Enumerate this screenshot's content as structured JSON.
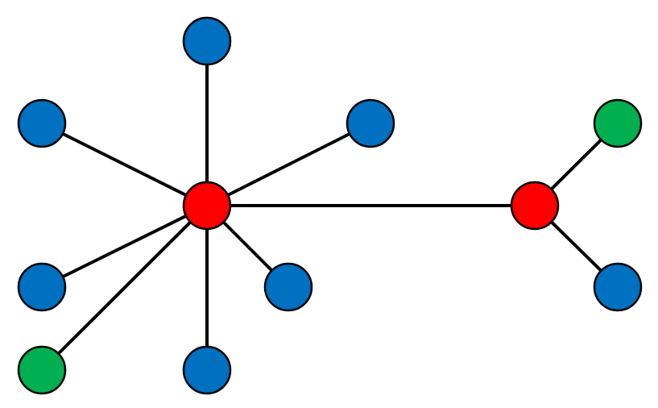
{
  "colors": {
    "hub": "#ff0000",
    "leaf_blue": "#0070c0",
    "leaf_green": "#00b050",
    "edge": "#000000",
    "background": "#ffffff"
  },
  "diagram": {
    "type": "network-graph",
    "nodes": [
      {
        "id": "hub-left",
        "role": "hub",
        "color": "hub"
      },
      {
        "id": "hub-right",
        "role": "hub",
        "color": "hub"
      },
      {
        "id": "top",
        "role": "leaf",
        "color": "leaf_blue"
      },
      {
        "id": "upper-left",
        "role": "leaf",
        "color": "leaf_blue"
      },
      {
        "id": "upper-right",
        "role": "leaf",
        "color": "leaf_blue"
      },
      {
        "id": "lower-left",
        "role": "leaf",
        "color": "leaf_blue"
      },
      {
        "id": "bottom-left",
        "role": "leaf",
        "color": "leaf_green"
      },
      {
        "id": "bottom",
        "role": "leaf",
        "color": "leaf_blue"
      },
      {
        "id": "mid-right",
        "role": "leaf",
        "color": "leaf_blue"
      },
      {
        "id": "far-top",
        "role": "leaf",
        "color": "leaf_green"
      },
      {
        "id": "far-bottom",
        "role": "leaf",
        "color": "leaf_blue"
      }
    ],
    "edges": [
      [
        "hub-left",
        "top"
      ],
      [
        "hub-left",
        "upper-left"
      ],
      [
        "hub-left",
        "upper-right"
      ],
      [
        "hub-left",
        "lower-left"
      ],
      [
        "hub-left",
        "bottom-left"
      ],
      [
        "hub-left",
        "bottom"
      ],
      [
        "hub-left",
        "mid-right"
      ],
      [
        "hub-left",
        "hub-right"
      ],
      [
        "hub-right",
        "far-top"
      ],
      [
        "hub-right",
        "far-bottom"
      ]
    ]
  }
}
